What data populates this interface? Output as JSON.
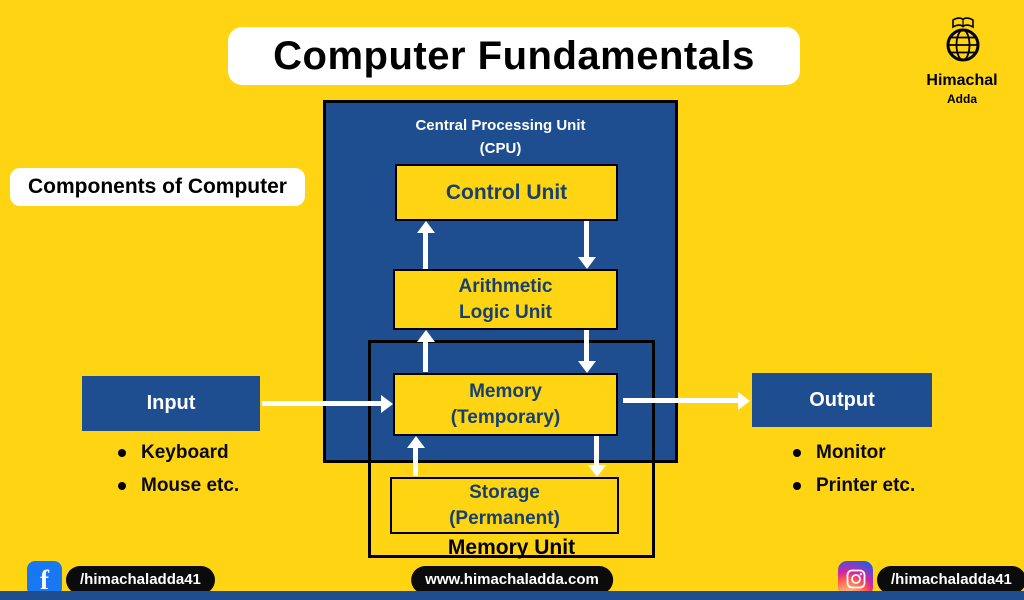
{
  "title": "Computer Fundamentals",
  "brand": {
    "name": "Himachal",
    "sub": "Adda"
  },
  "section_label": "Components of Computer",
  "diagram": {
    "cpu_title_line1": "Central Processing Unit",
    "cpu_title_line2": "(CPU)",
    "control_unit": "Control Unit",
    "alu_line1": "Arithmetic",
    "alu_line2": "Logic Unit",
    "memory_line1": "Memory",
    "memory_line2": "(Temporary)",
    "storage_line1": "Storage",
    "storage_line2": "(Permanent)",
    "memory_unit": "Memory Unit",
    "input_label": "Input",
    "output_label": "Output",
    "input_items": [
      "Keyboard",
      "Mouse etc."
    ],
    "output_items": [
      "Monitor",
      "Printer etc."
    ]
  },
  "footer": {
    "facebook_handle": "/himachaladda41",
    "website": "www.himachaladda.com",
    "instagram_handle": "/himachaladda41",
    "facebook_icon_letter": "f"
  },
  "colors": {
    "background_yellow": "#FFD412",
    "panel_blue": "#1E4E8F",
    "facebook_blue": "#1877F2",
    "pill_black": "#0B0B0B",
    "box_text_navy": "#16406F"
  }
}
